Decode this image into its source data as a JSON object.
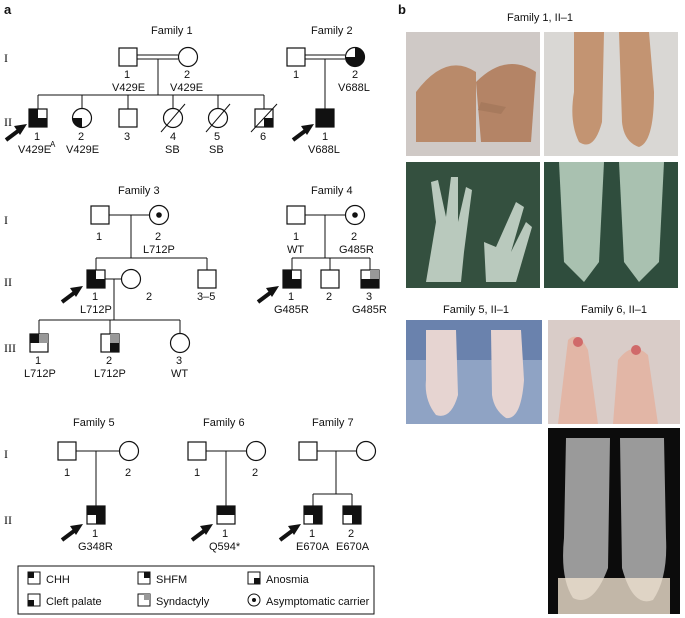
{
  "panel_a_label": "a",
  "panel_b_label": "b",
  "generations": [
    "I",
    "II",
    "III"
  ],
  "families": {
    "f1": {
      "title": "Family 1",
      "i1_num": "1",
      "i1_var": "V429E",
      "i2_num": "2",
      "i2_var": "V429E",
      "ii1_num": "1",
      "ii1_var": "V429E",
      "ii1_sup": "A",
      "ii2_num": "2",
      "ii2_var": "V429E",
      "ii3_num": "3",
      "ii4_num": "4",
      "ii4_var": "SB",
      "ii5_num": "5",
      "ii5_var": "SB",
      "ii6_num": "6"
    },
    "f2": {
      "title": "Family 2",
      "i1_num": "1",
      "i2_num": "2",
      "i2_var": "V688L",
      "ii1_num": "1",
      "ii1_var": "V688L"
    },
    "f3": {
      "title": "Family 3",
      "i1_num": "1",
      "i2_num": "2",
      "i2_var": "L712P",
      "ii1_num": "1",
      "ii1_var": "L712P",
      "ii2_num": "2",
      "ii3_num": "3–5",
      "iii1_num": "1",
      "iii1_var": "L712P",
      "iii2_num": "2",
      "iii2_var": "L712P",
      "iii3_num": "3",
      "iii3_var": "WT"
    },
    "f4": {
      "title": "Family 4",
      "i1_num": "1",
      "i1_var": "WT",
      "i2_num": "2",
      "i2_var": "G485R",
      "ii1_num": "1",
      "ii1_var": "G485R",
      "ii2_num": "2",
      "ii3_num": "3",
      "ii3_var": "G485R"
    },
    "f5": {
      "title": "Family 5",
      "i1_num": "1",
      "i2_num": "2",
      "ii1_num": "1",
      "ii1_var": "G348R"
    },
    "f6": {
      "title": "Family 6",
      "i1_num": "1",
      "i2_num": "2",
      "ii1_num": "1",
      "ii1_var": "Q594*"
    },
    "f7": {
      "title": "Family 7",
      "ii1_num": "1",
      "ii1_var": "E670A",
      "ii2_num": "2",
      "ii2_var": "E670A"
    }
  },
  "legend": {
    "chh": "CHH",
    "shfm": "SHFM",
    "anosmia": "Anosmia",
    "cleft": "Cleft palate",
    "syndactyly": "Syndactyly",
    "carrier": "Asymptomatic carrier"
  },
  "photos": {
    "family1_caption": "Family 1, II–1",
    "family5_caption": "Family 5, II–1",
    "family6_caption": "Family 6, II–1"
  }
}
